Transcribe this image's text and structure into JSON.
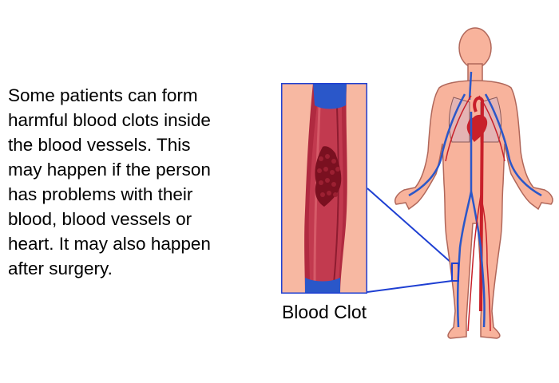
{
  "description_lines": [
    "Some patients can form",
    "harmful blood clots inside",
    "the blood vessels. This",
    "may happen if the person",
    "has problems with their",
    "blood, blood vessels or",
    "heart. It may also happen",
    "after surgery."
  ],
  "caption": "Blood Clot",
  "colors": {
    "skin": "#f8b39c",
    "skin_outline": "#b0675a",
    "vein": "#2a57c9",
    "artery": "#c8202a",
    "vessel_wall": "#a8243a",
    "clot": "#7a1020",
    "frame": "#1e3fd2"
  }
}
